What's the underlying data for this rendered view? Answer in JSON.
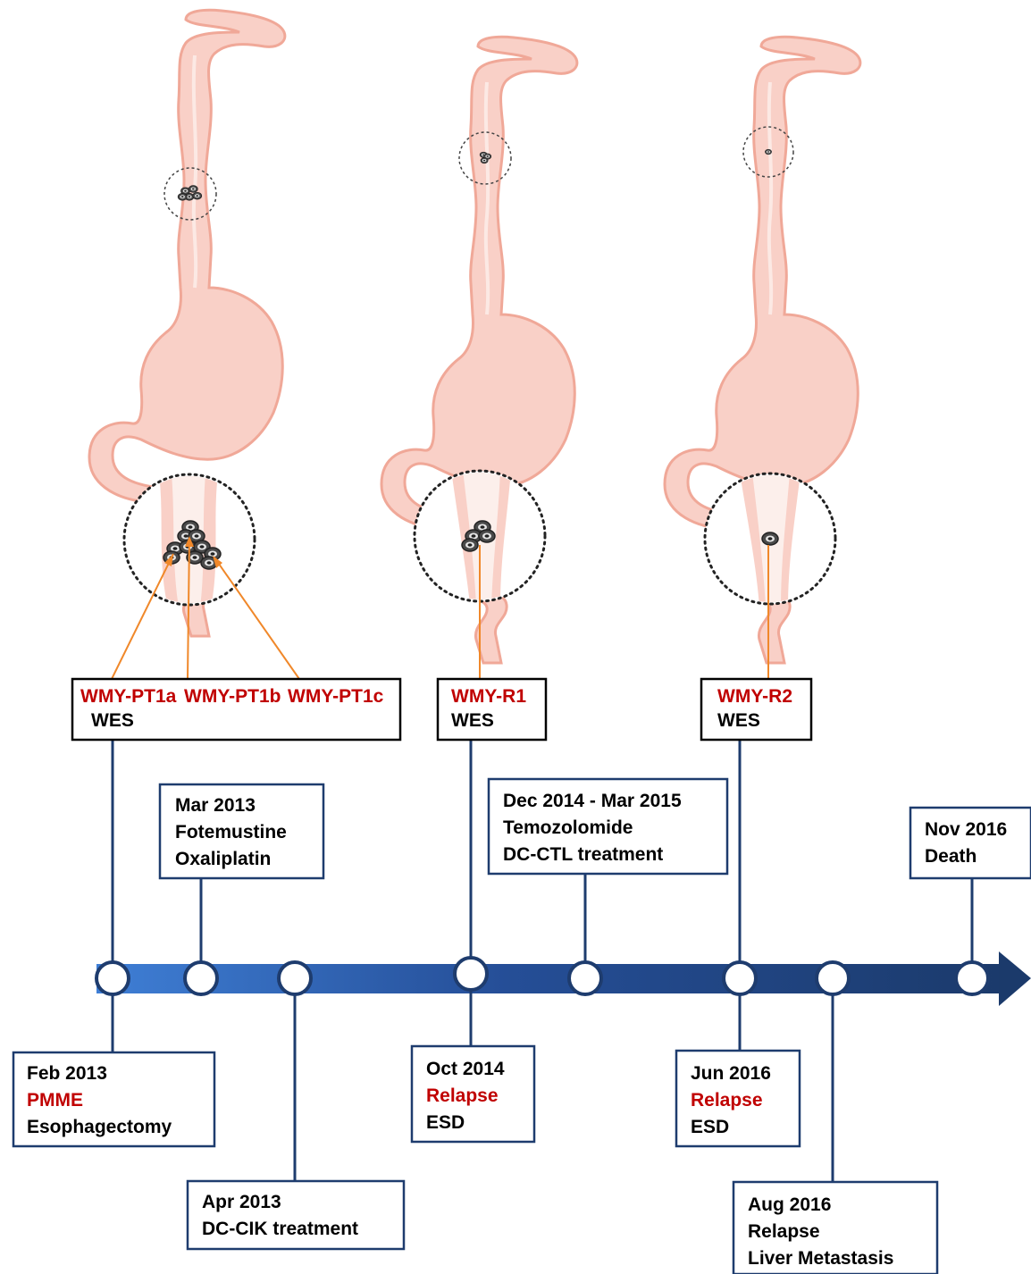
{
  "sample_boxes": [
    {
      "samples": [
        "WMY-PT1a",
        "WMY-PT1b",
        "WMY-PT1c"
      ],
      "method": "WES"
    },
    {
      "samples": [
        "WMY-R1"
      ],
      "method": "WES"
    },
    {
      "samples": [
        "WMY-R2"
      ],
      "method": "WES"
    }
  ],
  "timeline_events": [
    {
      "lines": [
        "Feb 2013",
        "PMME",
        "Esophagectomy"
      ],
      "red": [
        1
      ]
    },
    {
      "lines": [
        "Mar 2013",
        "Fotemustine",
        "Oxaliplatin"
      ],
      "red": []
    },
    {
      "lines": [
        "Apr 2013",
        "DC-CIK treatment"
      ],
      "red": []
    },
    {
      "lines": [
        "Oct 2014",
        "Relapse",
        "ESD"
      ],
      "red": [
        1
      ]
    },
    {
      "lines": [
        "Dec 2014 - Mar 2015",
        "Temozolomide",
        "DC-CTL treatment"
      ],
      "red": []
    },
    {
      "lines": [
        "Jun 2016",
        "Relapse",
        "ESD"
      ],
      "red": [
        1
      ]
    },
    {
      "lines": [
        "Aug 2016",
        "Relapse",
        "Liver Metastasis"
      ],
      "red": []
    },
    {
      "lines": [
        "Nov 2016",
        "Death"
      ],
      "red": []
    }
  ],
  "colors": {
    "organ_fill": "#f9d0c7",
    "organ_stroke": "#f0a898",
    "organ_lumen": "#fcefeb",
    "timeline_start": "#3f7fd6",
    "timeline_end": "#1b3a6b",
    "sample_text": "#c00000",
    "pointer_line": "#f0882a",
    "tumor_cell": "#4a4a4a"
  }
}
